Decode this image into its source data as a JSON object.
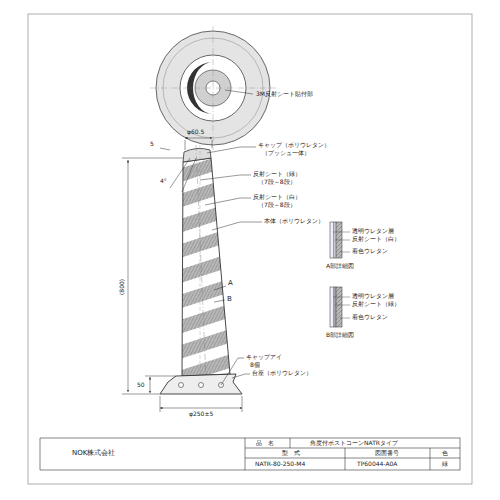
{
  "diagram": {
    "labels": [
      "3M反射シート貼付部",
      "φ60.5",
      "5",
      "4°",
      "キャップ（ポリウレタン）",
      "（プッシュ一体）",
      "反射シート（緑）",
      "（7段～8段）",
      "反射シート（白）",
      "（7段～8段）",
      "本体（ポリウレタン）",
      "A",
      "B",
      "キャップアイ",
      "8個",
      "台座（ポリウレタン）",
      "(800)",
      "50",
      "φ250±5",
      "透明ウレタン層",
      "反射シート（白）",
      "着色ウレタン",
      "A部詳細図",
      "透明ウレタン層",
      "反射シート（緑）",
      "着色ウレタン",
      "B部詳細図",
      "品　名",
      "角度付ポストコーンNATRタイプ",
      "型　式",
      "図面番号",
      "色",
      "NATR-80-250-M4",
      "TP60044-A0A",
      "緑",
      "NOK株式会社"
    ]
  }
}
